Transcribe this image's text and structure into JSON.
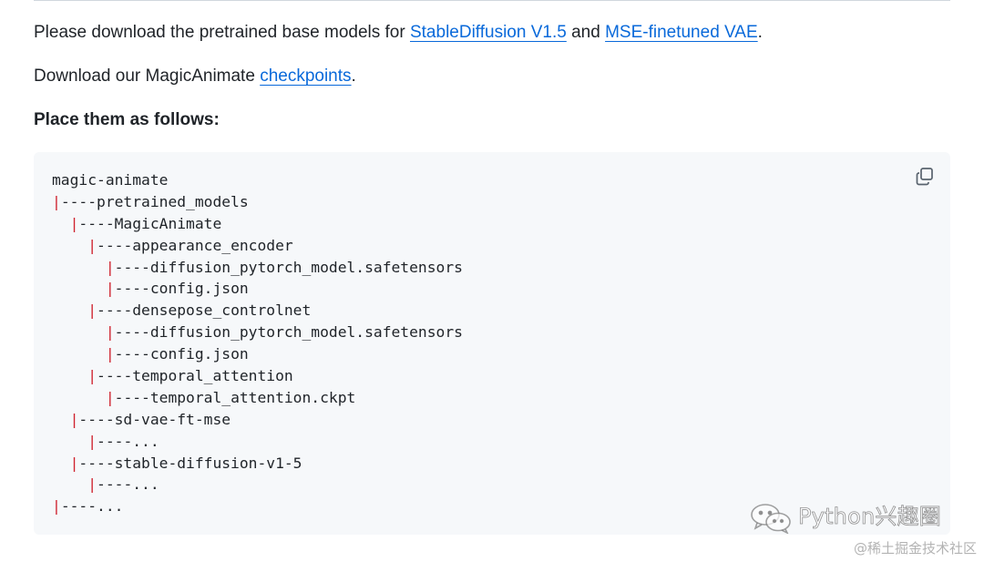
{
  "intro": {
    "prefix": "Please download the pretrained base models for ",
    "link_sd": "StableDiffusion V1.5",
    "and": " and ",
    "link_vae": "MSE-finetuned VAE",
    "suffix": "."
  },
  "download": {
    "prefix": "Download our MagicAnimate ",
    "link": "checkpoints",
    "suffix": "."
  },
  "heading": "Place them as follows:",
  "code_block": {
    "copy_icon": "copy-icon",
    "lines": [
      {
        "indent": "",
        "pipe": "",
        "text": "magic-animate"
      },
      {
        "indent": "",
        "pipe": "|",
        "text": "----pretrained_models"
      },
      {
        "indent": "  ",
        "pipe": "|",
        "text": "----MagicAnimate"
      },
      {
        "indent": "    ",
        "pipe": "|",
        "text": "----appearance_encoder"
      },
      {
        "indent": "      ",
        "pipe": "|",
        "text": "----diffusion_pytorch_model.safetensors"
      },
      {
        "indent": "      ",
        "pipe": "|",
        "text": "----config.json"
      },
      {
        "indent": "    ",
        "pipe": "|",
        "text": "----densepose_controlnet"
      },
      {
        "indent": "      ",
        "pipe": "|",
        "text": "----diffusion_pytorch_model.safetensors"
      },
      {
        "indent": "      ",
        "pipe": "|",
        "text": "----config.json"
      },
      {
        "indent": "    ",
        "pipe": "|",
        "text": "----temporal_attention"
      },
      {
        "indent": "      ",
        "pipe": "|",
        "text": "----temporal_attention.ckpt"
      },
      {
        "indent": "  ",
        "pipe": "|",
        "text": "----sd-vae-ft-mse"
      },
      {
        "indent": "    ",
        "pipe": "|",
        "text": "----..."
      },
      {
        "indent": "  ",
        "pipe": "|",
        "text": "----stable-diffusion-v1-5"
      },
      {
        "indent": "    ",
        "pipe": "|",
        "text": "----..."
      },
      {
        "indent": "",
        "pipe": "|",
        "text": "----..."
      }
    ]
  },
  "watermark": {
    "text": "Python兴趣圈",
    "credit": "@稀土掘金技术社区",
    "icon": "wechat-logo-icon"
  },
  "colors": {
    "link": "#0969da",
    "pipe": "#cf222e",
    "code_bg": "#f6f8fa",
    "text": "#1f2328"
  }
}
